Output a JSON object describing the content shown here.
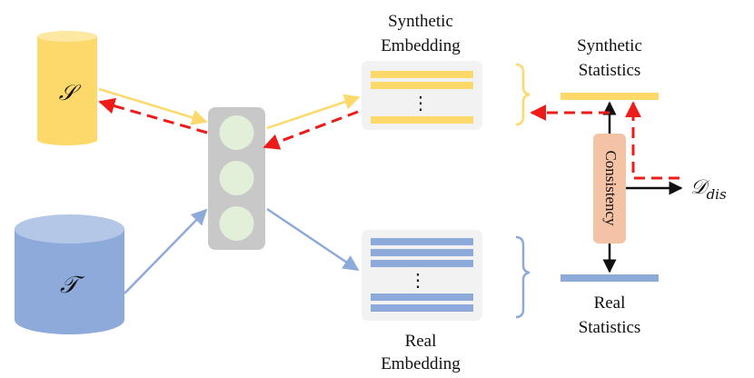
{
  "colors": {
    "synthetic": "#fdd96b",
    "real": "#8eaadb",
    "model_bg": "#c8c8c8",
    "node": "#e2f0d9",
    "consistency": "#f4c3a6",
    "gradient_arrow": "#ee1b1b",
    "panel_bg": "#f2f2f2"
  },
  "labels": {
    "synthetic_set": "𝒮",
    "real_set": "𝒯",
    "synthetic_embedding_line1": "Synthetic",
    "synthetic_embedding_line2": "Embedding",
    "real_embedding_line1": "Real",
    "real_embedding_line2": "Embedding",
    "synthetic_statistics_line1": "Synthetic",
    "synthetic_statistics_line2": "Statistics",
    "real_statistics_line1": "Real",
    "real_statistics_line2": "Statistics",
    "consistency": "Consistency",
    "loss_main": "𝒟",
    "loss_sub": "dis",
    "synthetic_ellipsis": "⋮",
    "real_ellipsis": "⋮"
  }
}
